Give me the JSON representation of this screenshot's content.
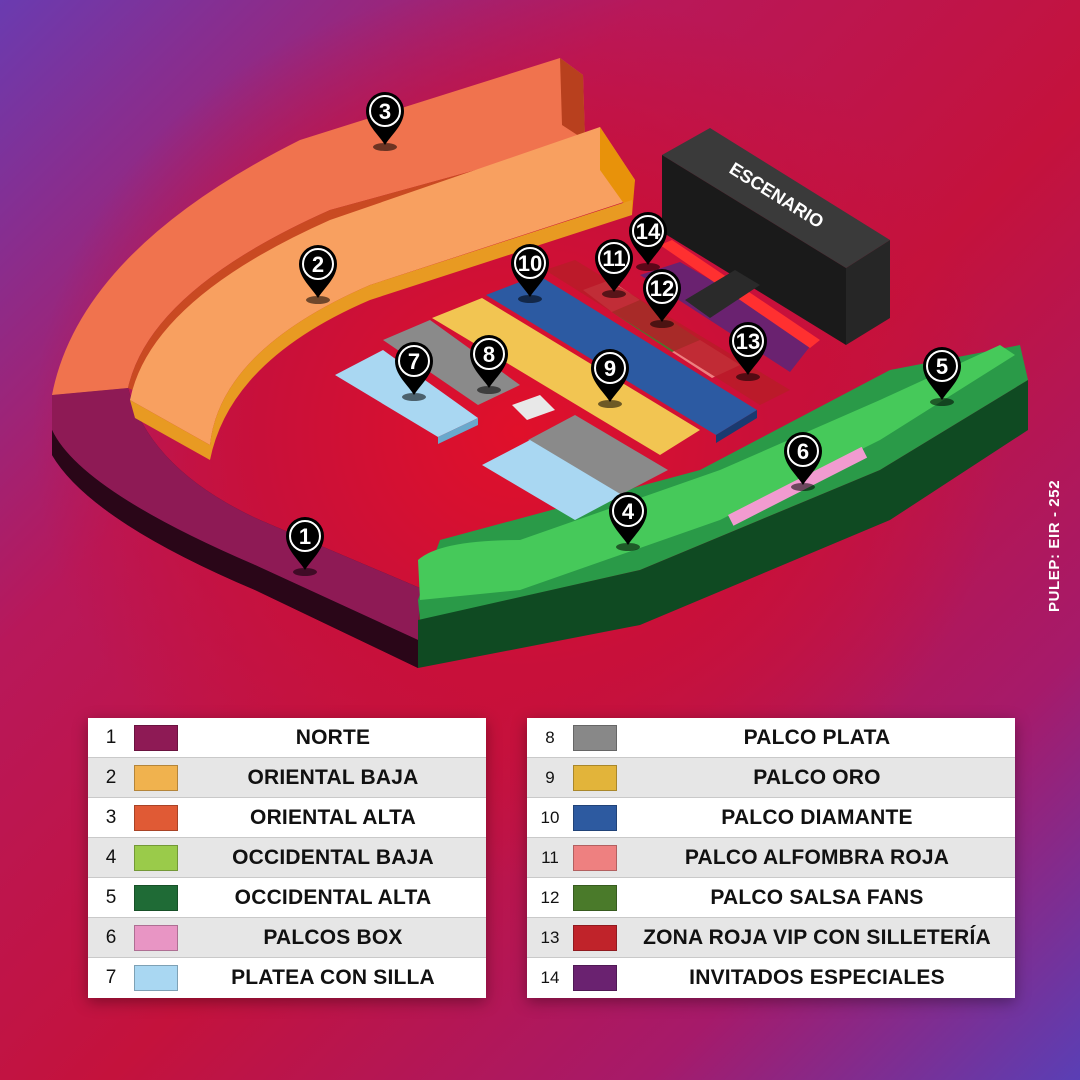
{
  "stage_label": "ESCENARIO",
  "pulep": "PULEP: EIR - 252",
  "zones": [
    {
      "num": "1",
      "name": "NORTE",
      "color": "#8e1a55"
    },
    {
      "num": "2",
      "name": "ORIENTAL BAJA",
      "color": "#f0b24e"
    },
    {
      "num": "3",
      "name": "ORIENTAL ALTA",
      "color": "#e05a35"
    },
    {
      "num": "4",
      "name": "OCCIDENTAL BAJA",
      "color": "#9acb4a"
    },
    {
      "num": "5",
      "name": "OCCIDENTAL ALTA",
      "color": "#1f6b36"
    },
    {
      "num": "6",
      "name": "PALCOS BOX",
      "color": "#e895c4"
    },
    {
      "num": "7",
      "name": "PLATEA CON SILLA",
      "color": "#a9d7f2"
    },
    {
      "num": "8",
      "name": "PALCO PLATA",
      "color": "#888888"
    },
    {
      "num": "9",
      "name": "PALCO ORO",
      "color": "#e2b43a"
    },
    {
      "num": "10",
      "name": "PALCO DIAMANTE",
      "color": "#2d5aa0"
    },
    {
      "num": "11",
      "name": "PALCO ALFOMBRA ROJA",
      "color": "#ee8080"
    },
    {
      "num": "12",
      "name": "PALCO SALSA FANS",
      "color": "#4a7a2a"
    },
    {
      "num": "13",
      "name": "ZONA ROJA VIP CON SILLETERÍA",
      "color": "#c0232a"
    },
    {
      "num": "14",
      "name": "INVITADOS ESPECIALES",
      "color": "#6a2270"
    }
  ]
}
